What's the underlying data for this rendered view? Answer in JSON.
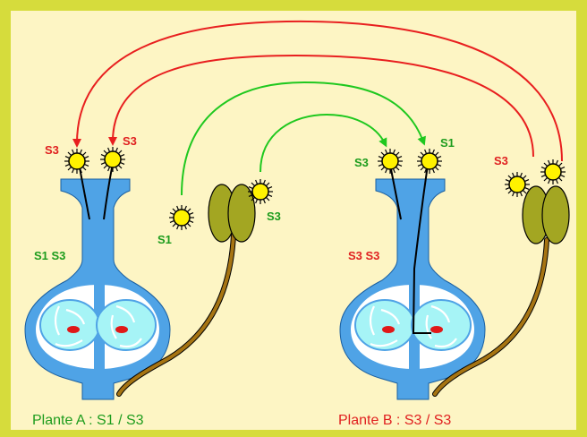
{
  "colors": {
    "frame": "#d6dc3c",
    "background": "#fdf5c4",
    "pistil": "#4fa3e6",
    "ovule_cavity": "#ffffff",
    "ovule_inner": "#a6f4f6",
    "egg": "#e01818",
    "anther": "#a3a622",
    "filament": "#a67412",
    "pollen": "#fff200",
    "arrow_incompatible": "#e81f1f",
    "arrow_compatible": "#1fc81f",
    "label_red": "#e02020",
    "label_green": "#1d9c1d"
  },
  "plant_a": {
    "caption": "Plante A : S1 / S3",
    "pistil_genotype": "S1 S3",
    "pollen_on_stigma": [
      "S3",
      "S3"
    ],
    "anther_pollen": [
      "S1",
      "S3"
    ]
  },
  "plant_b": {
    "caption": "Plante B : S3 / S3",
    "pistil_genotype": "S3 S3",
    "pollen_on_stigma": [
      "S3",
      "S1"
    ],
    "anther_pollen": [
      "S3"
    ]
  }
}
